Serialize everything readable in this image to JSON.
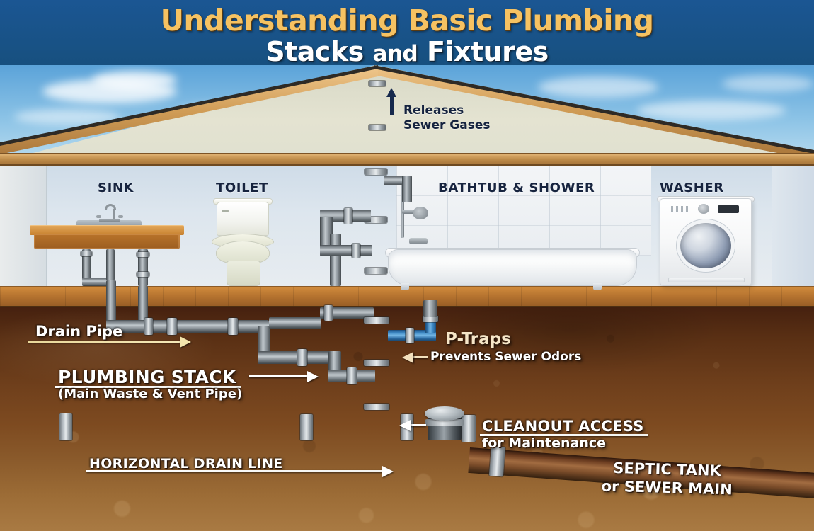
{
  "banner": {
    "title_line1": "Understanding Basic Plumbing",
    "title_line2_part1": "Stacks",
    "title_line2_and": "and",
    "title_line2_part2": "Fixtures",
    "bg_color": "#18548f",
    "title_color": "#f6c262",
    "subtitle_color": "#ffffff"
  },
  "fixtures": {
    "sink": "SINK",
    "toilet": "TOILET",
    "bathtub": "BATHTUB & SHOWER",
    "washer": "WASHER",
    "label_color": "#17243f"
  },
  "annotations": {
    "vent": {
      "line1": "Releases",
      "line2": "Sewer Gases",
      "color": "#15233f",
      "arrow": "up-arrow-icon"
    },
    "drain_pipe": {
      "label": "Drain Pipe",
      "color": "#ffffff",
      "arrow": "right-arrow-icon"
    },
    "p_traps": {
      "label": "P-Traps",
      "sublabel": "Prevents Sewer Odors",
      "label_color": "#f6e6c8",
      "arrow": "left-arrow-icon"
    },
    "plumbing_stack": {
      "label": "PLUMBING STACK",
      "sublabel": "(Main Waste & Vent Pipe)",
      "color": "#ffffff",
      "arrow": "right-arrow-icon"
    },
    "cleanout": {
      "label": "CLEANOUT ACCESS",
      "sublabel": "for Maintenance",
      "color": "#ffffff",
      "arrow": "left-arrow-icon"
    },
    "horizontal_drain": {
      "label": "HORIZONTAL DRAIN LINE",
      "color": "#ffffff",
      "arrow": "right-arrow-icon"
    },
    "septic": {
      "line1": "SEPTIC TANK",
      "line2": "or SEWER MAIN",
      "color": "#ffffff"
    }
  },
  "palette": {
    "sky": "#8cc3e6",
    "roof_wood": "#c18f4c",
    "interior_wall": "#dde6ee",
    "floor_wood": "#b97631",
    "soil_top": "#5a3014",
    "soil_bottom": "#a97a43",
    "pipe_gray": "#8d959b",
    "pipe_dark": "#3c4347",
    "p_trap_blue": "#3d88c4",
    "sewer_main_brown": "#7c4d2a"
  }
}
